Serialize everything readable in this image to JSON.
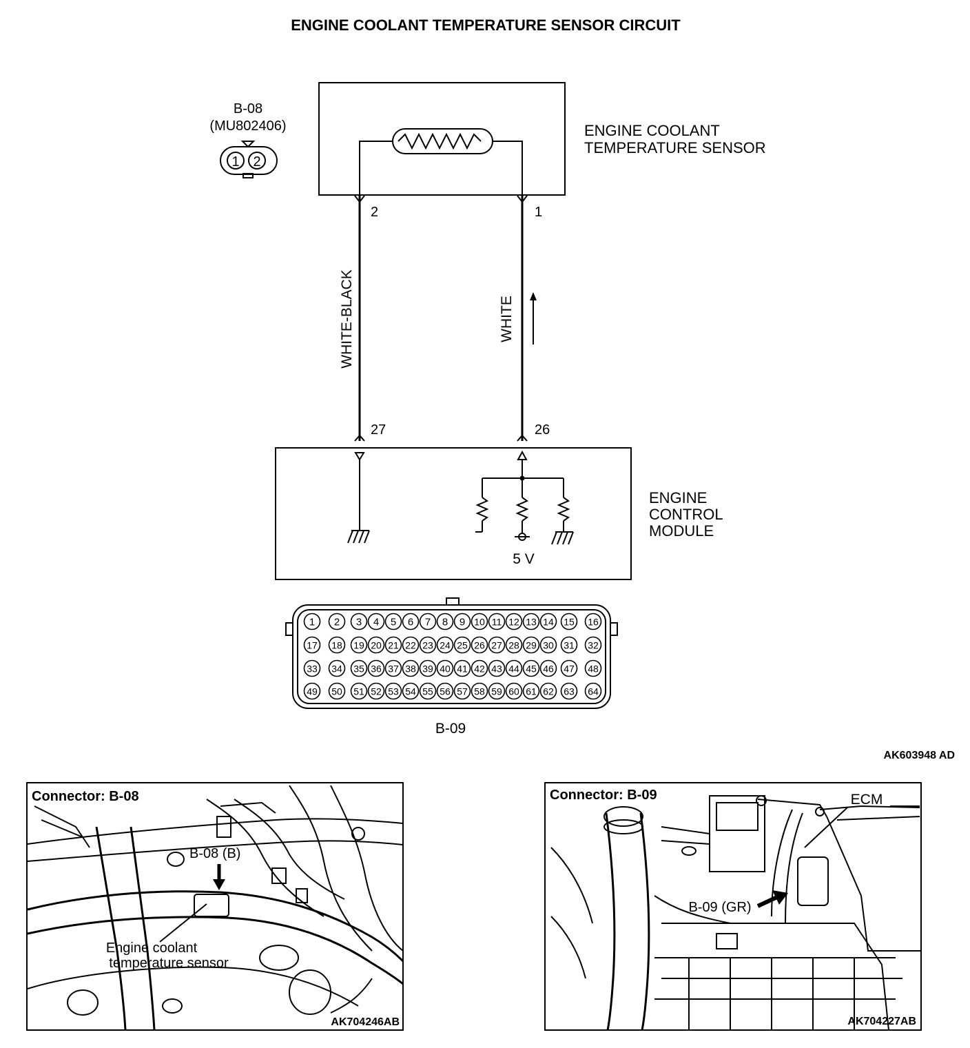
{
  "title": "ENGINE COOLANT TEMPERATURE SENSOR CIRCUIT",
  "sensor_connector": {
    "id": "B-08",
    "part": "(MU802406)",
    "pins": [
      "1",
      "2"
    ]
  },
  "sensor": {
    "label_line1": "ENGINE COOLANT",
    "label_line2": "TEMPERATURE SENSOR",
    "pin_left": "2",
    "pin_right": "1"
  },
  "wires": {
    "left": "WHITE-BLACK",
    "right": "WHITE"
  },
  "ecm": {
    "label_line1": "ENGINE",
    "label_line2": "CONTROL",
    "label_line3": "MODULE",
    "pin_left": "27",
    "pin_right": "26",
    "voltage": "5 V"
  },
  "ecm_connector": {
    "id": "B-09",
    "rows": [
      [
        "1",
        "2",
        "3",
        "4",
        "5",
        "6",
        "7",
        "8",
        "9",
        "10",
        "11",
        "12",
        "13",
        "14",
        "15",
        "16"
      ],
      [
        "17",
        "18",
        "19",
        "20",
        "21",
        "22",
        "23",
        "24",
        "25",
        "26",
        "27",
        "28",
        "29",
        "30",
        "31",
        "32"
      ],
      [
        "33",
        "34",
        "35",
        "36",
        "37",
        "38",
        "39",
        "40",
        "41",
        "42",
        "43",
        "44",
        "45",
        "46",
        "47",
        "48"
      ],
      [
        "49",
        "50",
        "51",
        "52",
        "53",
        "54",
        "55",
        "56",
        "57",
        "58",
        "59",
        "60",
        "61",
        "62",
        "63",
        "64"
      ]
    ]
  },
  "figure_code": "AK603948 AD",
  "photo_left": {
    "header": "Connector: B-08",
    "callout": "B-08 (B)",
    "caption_line1": "Engine coolant",
    "caption_line2": "temperature sensor",
    "code": "AK704246AB"
  },
  "photo_right": {
    "header": "Connector: B-09",
    "callout_ecm": "ECM",
    "callout_connector": "B-09 (GR)",
    "code": "AK704227AB"
  }
}
